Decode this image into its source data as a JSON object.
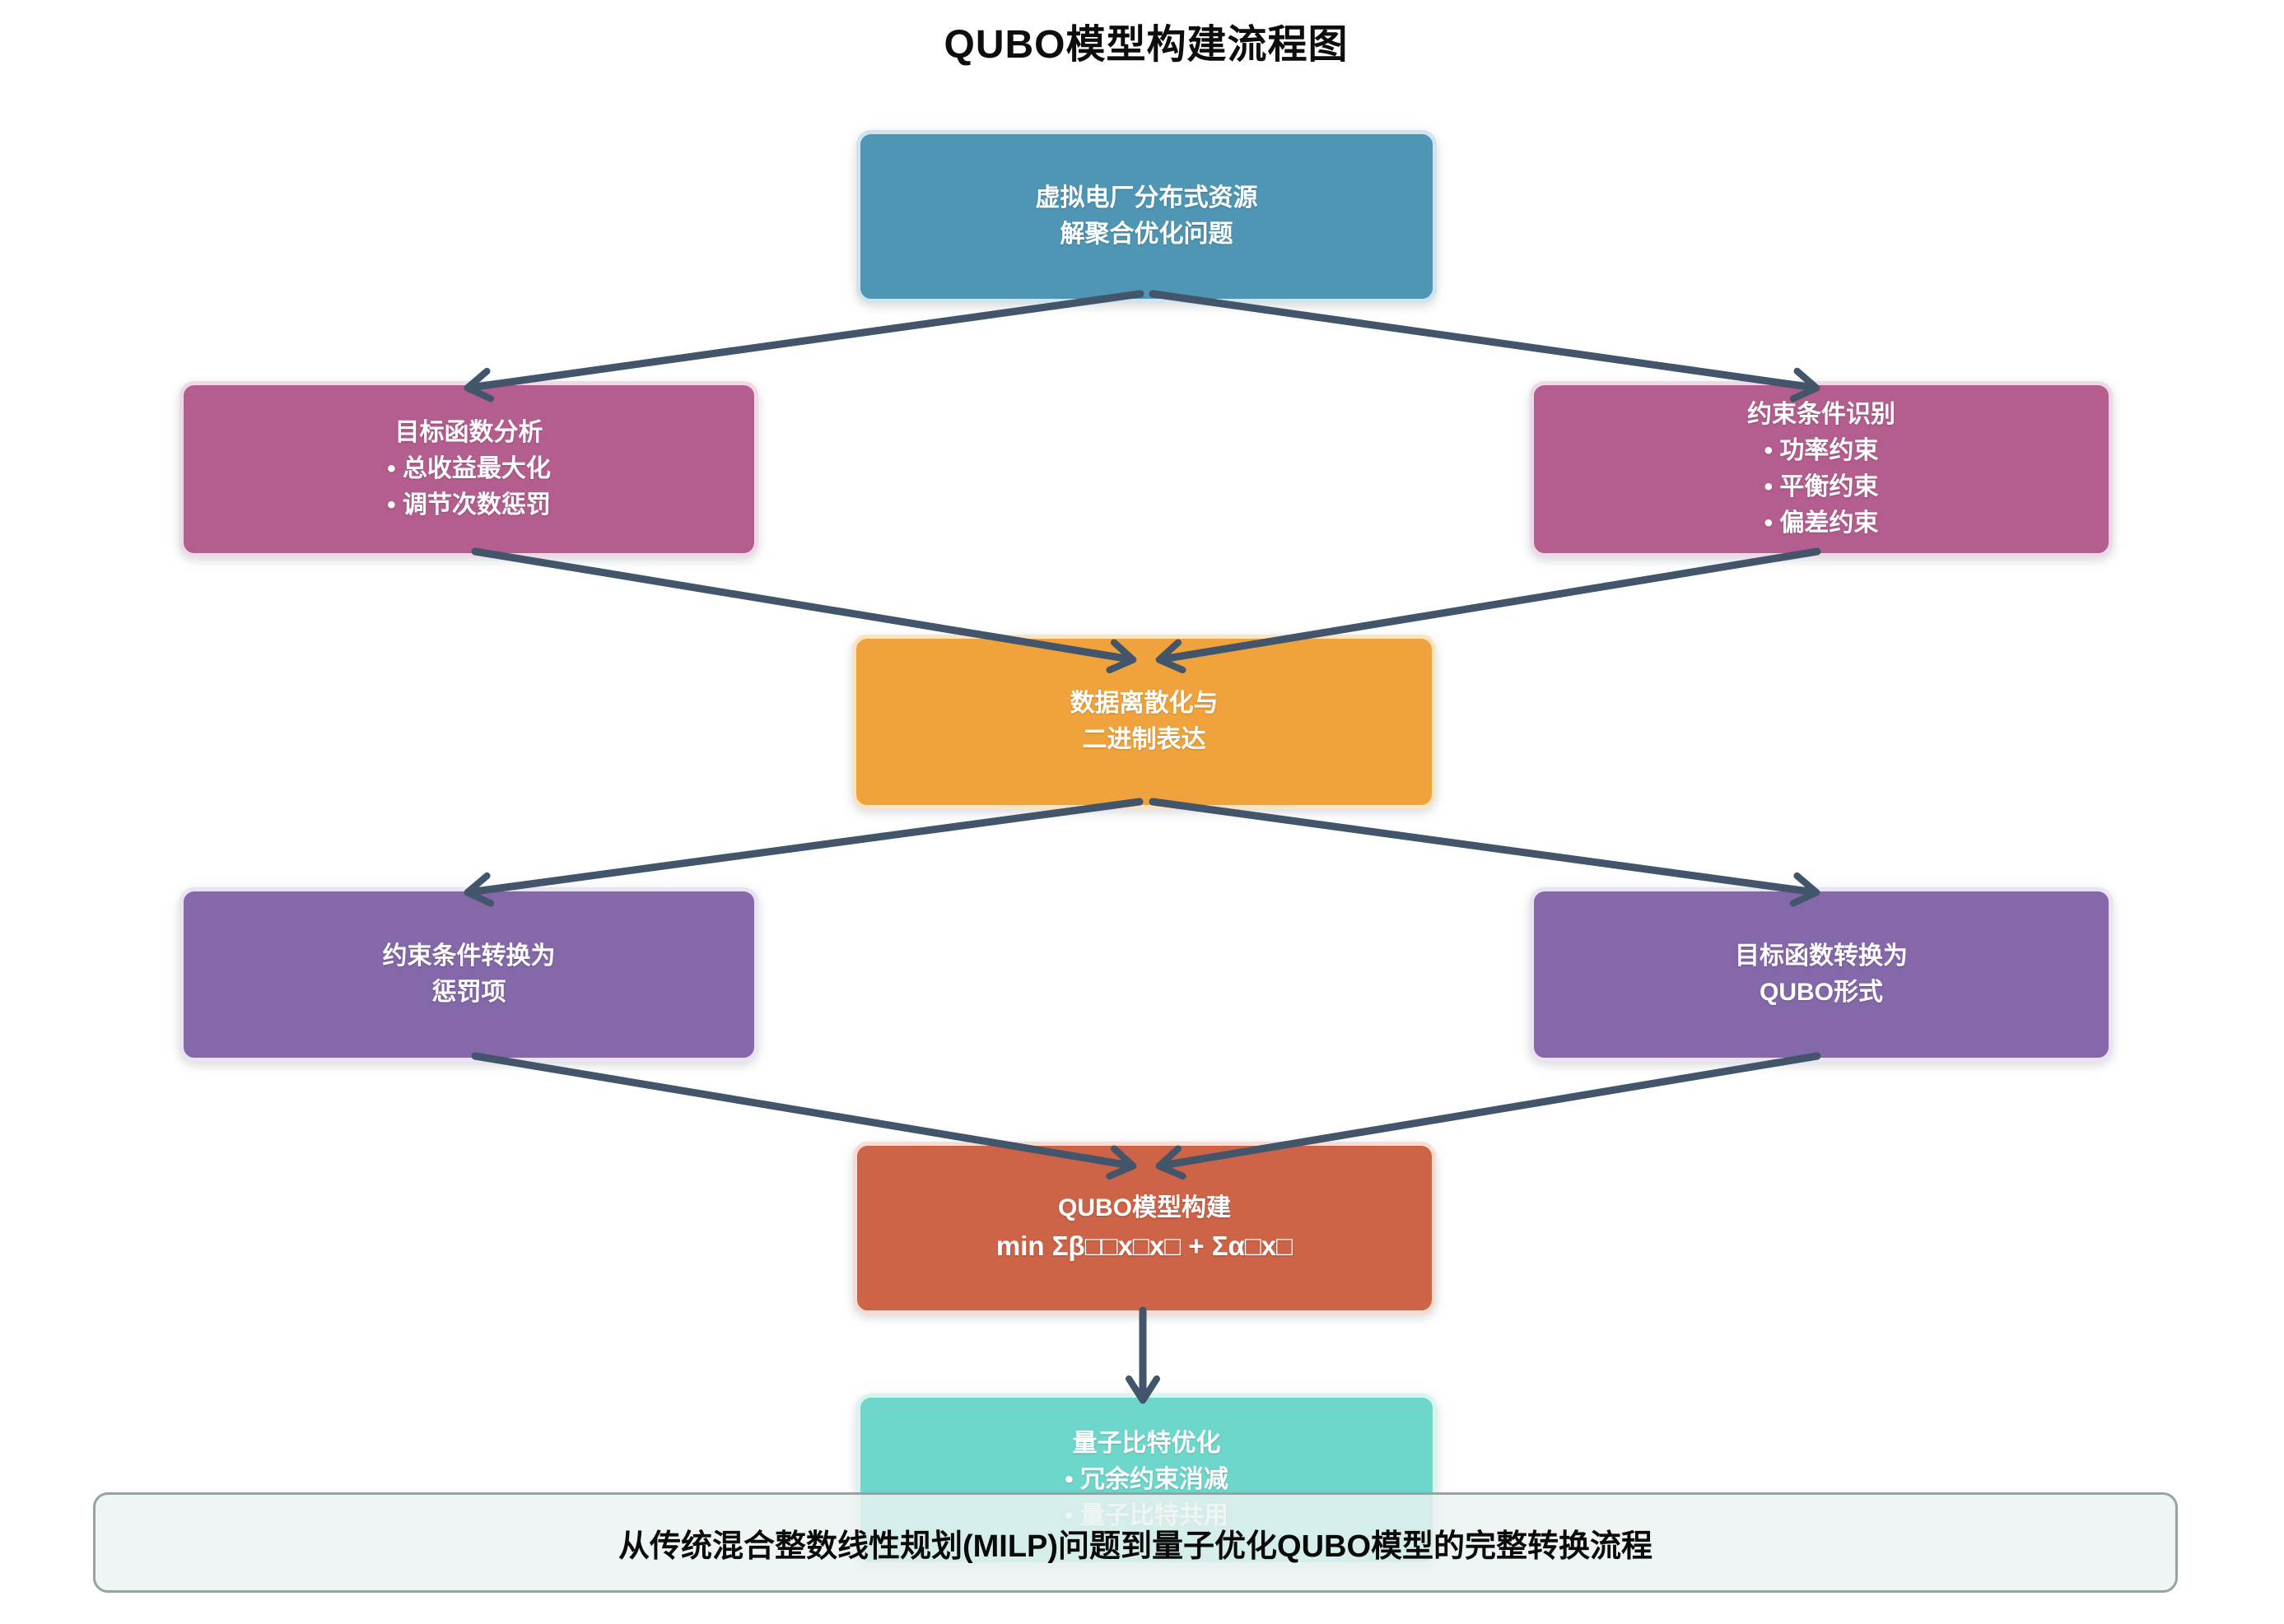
{
  "title": "QUBO模型构建流程图",
  "palette": {
    "node_blue": "#4e96b4",
    "node_magenta": "#b45d8f",
    "node_orange": "#f0a33c",
    "node_purple": "#8468aa",
    "node_red": "#cd6347",
    "node_teal": "#6ed7cb",
    "arrow": "#42556a",
    "footer_bg": "#ecf1f1",
    "footer_border": "#97a2a5"
  },
  "nodes": {
    "problem": {
      "lines": [
        "虚拟电厂分布式资源",
        "解聚合优化问题"
      ]
    },
    "objective": {
      "title": "目标函数分析",
      "bullets": [
        "• 总收益最大化",
        "• 调节次数惩罚"
      ]
    },
    "constraints": {
      "title": "约束条件识别",
      "bullets": [
        "• 功率约束",
        "• 平衡约束",
        "• 偏差约束"
      ]
    },
    "discretization": {
      "lines": [
        "数据离散化与",
        "二进制表达"
      ]
    },
    "penalty": {
      "lines": [
        "约束条件转换为",
        "惩罚项"
      ]
    },
    "qubo_form": {
      "lines": [
        "目标函数转换为",
        "QUBO形式"
      ]
    },
    "qubo_build": {
      "title": "QUBO模型构建",
      "formula": "min Σβ□□x□x□ + Σα□x□"
    },
    "qubit_opt": {
      "title": "量子比特优化",
      "bullets": [
        "• 冗余约束消减",
        "• 量子比特共用"
      ]
    }
  },
  "edges": [
    {
      "from": "problem",
      "to": "objective"
    },
    {
      "from": "problem",
      "to": "constraints"
    },
    {
      "from": "objective",
      "to": "discretization"
    },
    {
      "from": "constraints",
      "to": "discretization"
    },
    {
      "from": "discretization",
      "to": "penalty"
    },
    {
      "from": "discretization",
      "to": "qubo_form"
    },
    {
      "from": "penalty",
      "to": "qubo_build"
    },
    {
      "from": "qubo_form",
      "to": "qubo_build"
    },
    {
      "from": "qubo_build",
      "to": "qubit_opt"
    }
  ],
  "footer": "从传统混合整数线性规划(MILP)问题到量子优化QUBO模型的完整转换流程"
}
